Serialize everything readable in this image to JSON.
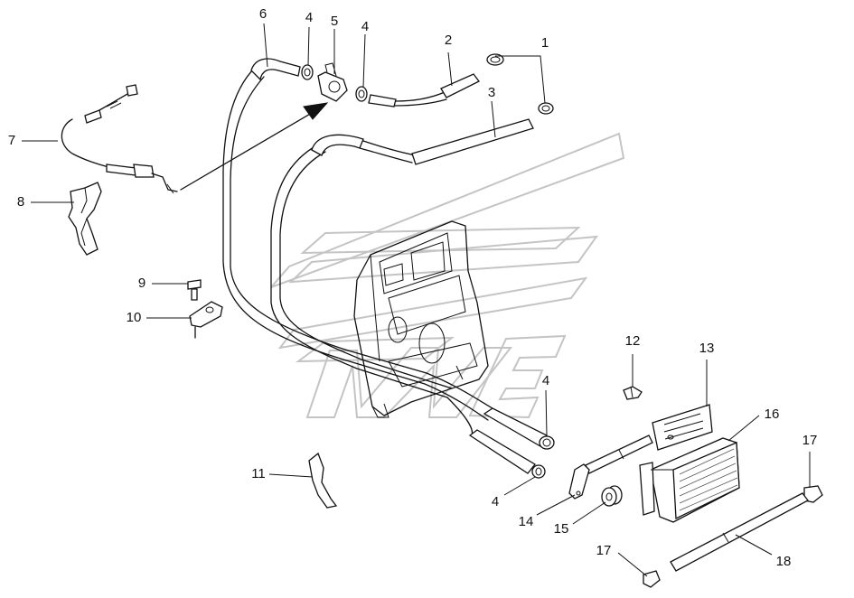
{
  "callouts": [
    {
      "id": "c1",
      "label": "1"
    },
    {
      "id": "c2",
      "label": "2"
    },
    {
      "id": "c3",
      "label": "3"
    },
    {
      "id": "c4a",
      "label": "4"
    },
    {
      "id": "c5",
      "label": "5"
    },
    {
      "id": "c4b",
      "label": "4"
    },
    {
      "id": "c6",
      "label": "6"
    },
    {
      "id": "c7",
      "label": "7"
    },
    {
      "id": "c8",
      "label": "8"
    },
    {
      "id": "c9",
      "label": "9"
    },
    {
      "id": "c10",
      "label": "10"
    },
    {
      "id": "c11",
      "label": "11"
    },
    {
      "id": "c12",
      "label": "12"
    },
    {
      "id": "c13",
      "label": "13"
    },
    {
      "id": "c4c",
      "label": "4"
    },
    {
      "id": "c16",
      "label": "16"
    },
    {
      "id": "c17a",
      "label": "17"
    },
    {
      "id": "c4d",
      "label": "4"
    },
    {
      "id": "c14",
      "label": "14"
    },
    {
      "id": "c15",
      "label": "15"
    },
    {
      "id": "c17b",
      "label": "17"
    },
    {
      "id": "c18",
      "label": "18"
    }
  ],
  "colors": {
    "line": "#111111",
    "watermark": "#c4c4c4",
    "background": "#ffffff"
  }
}
